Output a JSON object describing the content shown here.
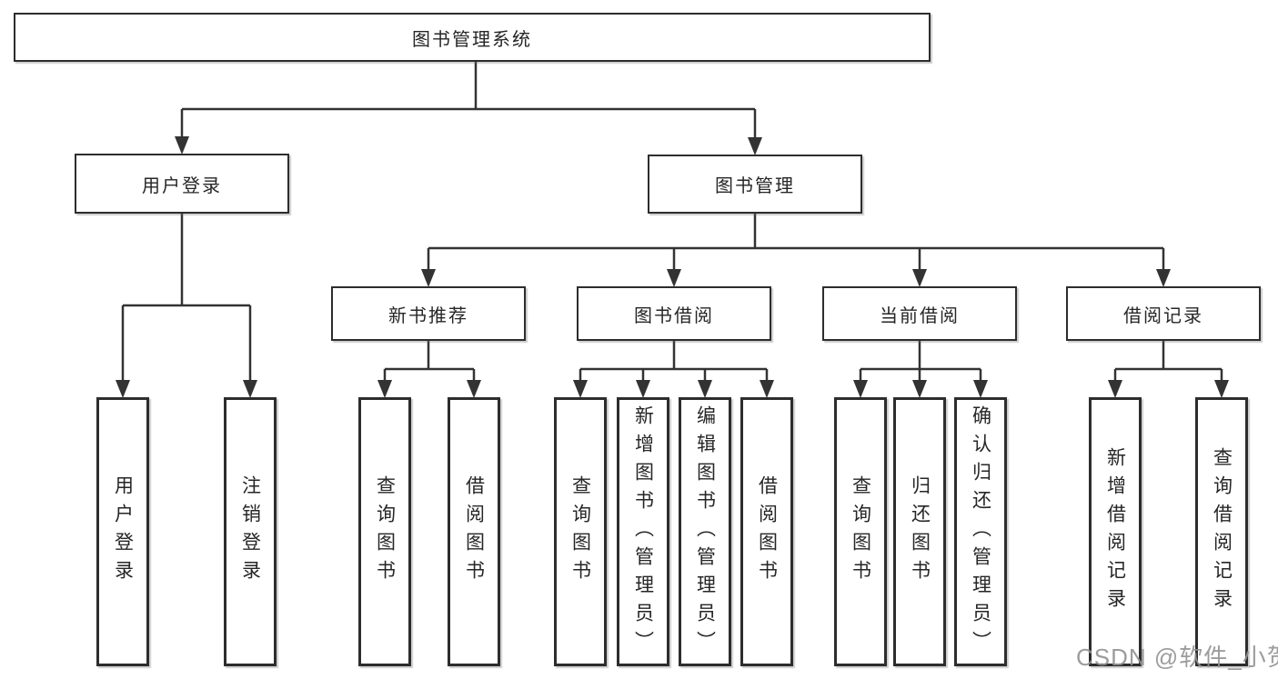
{
  "diagram": {
    "nodes": {
      "root": "图书管理系统",
      "user_login": "用户登录",
      "book_mgmt": "图书管理",
      "new_books": "新书推荐",
      "book_borrow": "图书借阅",
      "current_borrow": "当前借阅",
      "borrow_records": "借阅记录",
      "leaf_user_login": "用户登录",
      "leaf_logout": "注销登录",
      "nb_query": "查询图书",
      "nb_borrow": "借阅图书",
      "bb_query": "查询图书",
      "bb_add": "新增图书（管理员）",
      "bb_edit": "编辑图书（管理员）",
      "bb_borrow": "借阅图书",
      "cb_query": "查询图书",
      "cb_return": "归还图书",
      "cb_confirm": "确认归还（管理员）",
      "br_add": "新增借阅记录",
      "br_query": "查询借阅记录"
    },
    "colors": {
      "line": "#333333",
      "box_border": "#2d2d2d",
      "text": "#262626",
      "background": "#ffffff",
      "watermark": "#949090"
    }
  },
  "watermark": {
    "text": "CSDN @软件_小贺同学"
  }
}
